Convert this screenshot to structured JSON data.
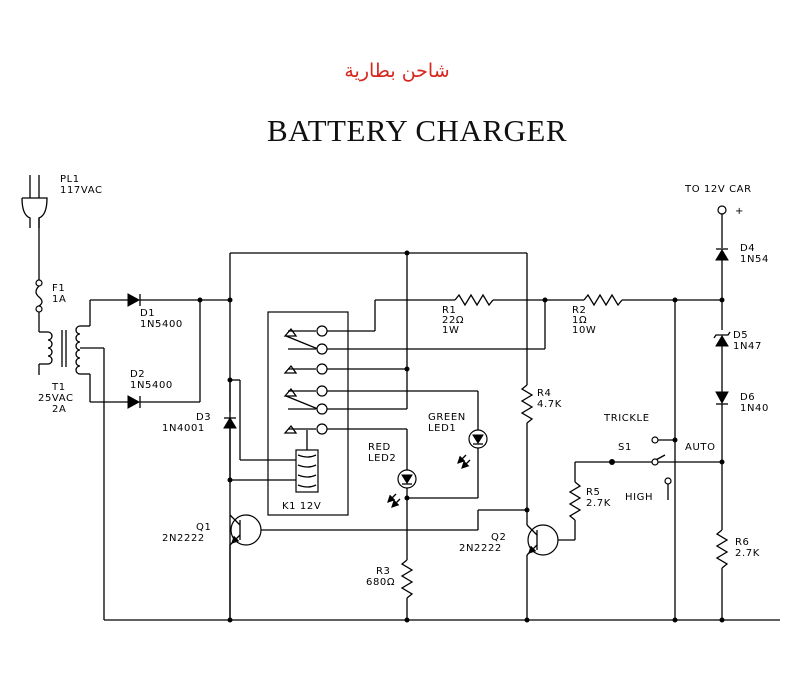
{
  "title_arabic": "شاحن بطارية",
  "title": "BATTERY CHARGER",
  "labels": {
    "pl1_ref": "PL1",
    "pl1_val": "117VAC",
    "f1_ref": "F1",
    "f1_val": "1A",
    "t1_ref": "T1",
    "t1_val1": "25VAC",
    "t1_val2": "2A",
    "d1_ref": "D1",
    "d1_val": "1N5400",
    "d2_ref": "D2",
    "d2_val": "1N5400",
    "d3_ref": "D3",
    "d3_val": "1N4001",
    "d4_ref": "D4",
    "d4_val": "1N54",
    "d5_ref": "D5",
    "d5_val": "1N47",
    "d6_ref": "D6",
    "d6_val": "1N40",
    "r1_ref": "R1",
    "r1_val1": "22Ω",
    "r1_val2": "1W",
    "r2_ref": "R2",
    "r2_val1": "1Ω",
    "r2_val2": "10W",
    "r3_ref": "R3",
    "r3_val": "680Ω",
    "r4_ref": "R4",
    "r4_val": "4.7K",
    "r5_ref": "R5",
    "r5_val": "2.7K",
    "r6_ref": "R6",
    "r6_val": "2.7K",
    "q1_ref": "Q1",
    "q1_val": "2N2222",
    "q2_ref": "Q2",
    "q2_val": "2N2222",
    "k1_label": "K1  12V",
    "green_led1": "GREEN",
    "green_led2": "LED1",
    "red_led1": "RED",
    "red_led2": "LED2",
    "s1_ref": "S1",
    "trickle": "TRICKLE",
    "auto": "AUTO",
    "high": "HIGH",
    "to_car": "TO 12V CAR",
    "plus": "+"
  }
}
